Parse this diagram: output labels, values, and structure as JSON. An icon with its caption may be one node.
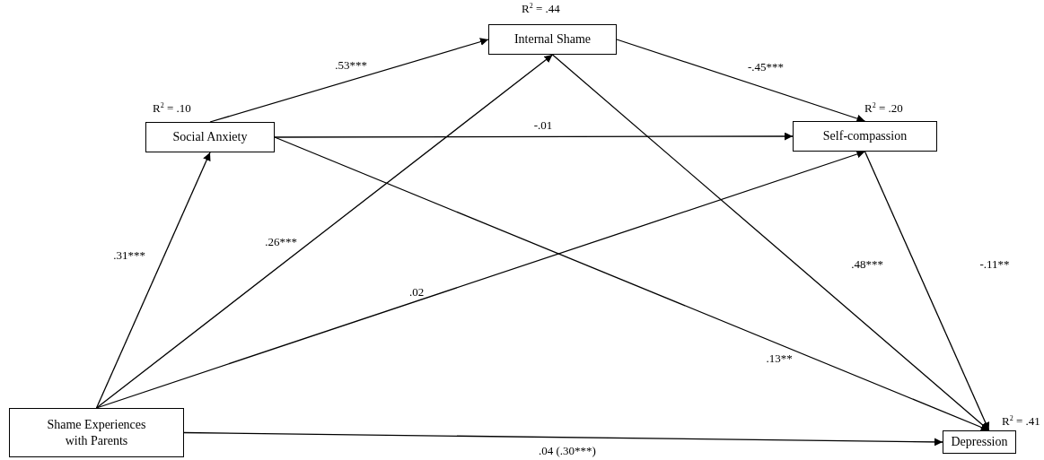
{
  "diagram": {
    "nodes": [
      {
        "text": [
          "Internal Shame"
        ],
        "beside": [
          "R$^{2}$ = .44"
        ]
      },
      {
        "text": [
          "Social Anxiety"
        ],
        "beside": [
          "R$^{2}$ = .10"
        ]
      },
      {
        "text": [
          "Self-compassion"
        ],
        "beside": [
          "R$^{2}$ = .20"
        ]
      },
      {
        "text": [
          "Shame Experiences with Parents"
        ]
      },
      {
        "text": [
          "Depression"
        ],
        "beside": [
          "R$^{2}$ = .41"
        ]
      }
    ],
    "edges": [
      {
        "from": 3,
        "to": 1,
        "arrow": "to",
        "label": ".31***"
      },
      {
        "from": 3,
        "to": 0,
        "arrow": "to",
        "label": ".26***"
      },
      {
        "from": 3,
        "to": 2,
        "arrow": "to",
        "label": ".02"
      },
      {
        "from": 3,
        "to": 4,
        "arrow": "to",
        "label": ".04 (.30***)"
      },
      {
        "from": 1,
        "to": 0,
        "arrow": "to",
        "label": ".53***"
      },
      {
        "from": 1,
        "to": 2,
        "arrow": "to",
        "label": "-.01"
      },
      {
        "from": 1,
        "to": 4,
        "arrow": "to",
        "label": ".13**"
      },
      {
        "from": 0,
        "to": 2,
        "arrow": "to",
        "label": "-.45***"
      },
      {
        "from": 0,
        "to": 4,
        "arrow": "to",
        "label": ".48***"
      },
      {
        "from": 2,
        "to": 4,
        "arrow": "to",
        "label": "-.11**"
      }
    ]
  }
}
